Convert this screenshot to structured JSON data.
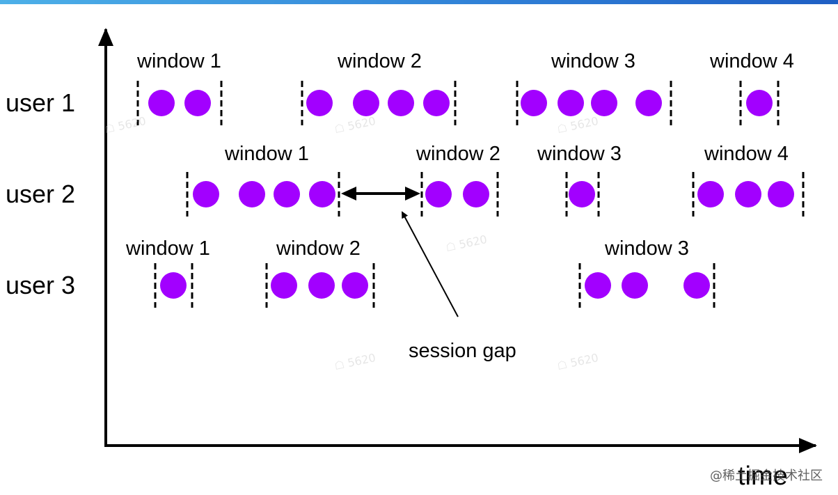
{
  "diagram": {
    "users": [
      {
        "label": "user 1",
        "windows": [
          {
            "label": "window 1",
            "events": 2
          },
          {
            "label": "window 2",
            "events": 4
          },
          {
            "label": "window 3",
            "events": 4
          },
          {
            "label": "window 4",
            "events": 1
          }
        ]
      },
      {
        "label": "user 2",
        "windows": [
          {
            "label": "window 1",
            "events": 4
          },
          {
            "label": "window 2",
            "events": 2
          },
          {
            "label": "window 3",
            "events": 1
          },
          {
            "label": "window 4",
            "events": 3
          }
        ]
      },
      {
        "label": "user 3",
        "windows": [
          {
            "label": "window 1",
            "events": 1
          },
          {
            "label": "window 2",
            "events": 3
          },
          {
            "label": "window 3",
            "events": 3
          }
        ]
      }
    ],
    "session_gap_label": "session gap",
    "x_axis_label": "time",
    "event_color": "#a200ff",
    "watermark": "@稀土掘金技术社区"
  }
}
